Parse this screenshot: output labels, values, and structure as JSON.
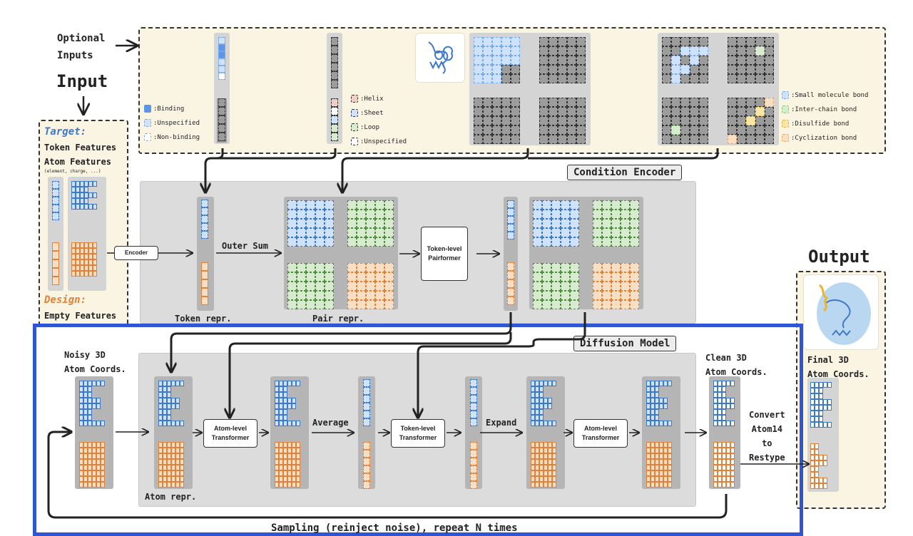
{
  "colors": {
    "blue_fill": "#cfe2fb",
    "blue_stroke": "#3e78c9",
    "orange_fill": "#f8dfc4",
    "orange_stroke": "#e2823a",
    "green_fill": "#d7ebcf",
    "green_stroke": "#4f8f3f",
    "yellow_fill": "#f8e6a6",
    "pink_fill": "#f2ccc6",
    "gray_cell": "#9c9c9c",
    "frame_blue": "#2f55d4",
    "cream": "#faf4e3"
  },
  "titles": {
    "optional_inputs": "Optional\nInputs",
    "input": "Input",
    "output": "Output"
  },
  "optional_inputs": {
    "binding_legend": [
      {
        "label": ":Binding",
        "type": "binding"
      },
      {
        "label": ":Unspecified",
        "type": "unspecified"
      },
      {
        "label": ":Non-binding",
        "type": "nonbinding"
      }
    ],
    "ss_legend": [
      {
        "label": ":Helix",
        "type": "helix"
      },
      {
        "label": ":Sheet",
        "type": "sheet"
      },
      {
        "label": ":Loop",
        "type": "loop"
      },
      {
        "label": ":Unspecified",
        "type": "unspecified"
      }
    ],
    "bond_legend": [
      {
        "label": ":Small molecule bond",
        "type": "small"
      },
      {
        "label": ":Inter-chain bond",
        "type": "inter"
      },
      {
        "label": ":Disulfide bond",
        "type": "disulfide"
      },
      {
        "label": ":Cyclization bond",
        "type": "cyclization"
      }
    ]
  },
  "input_box": {
    "target_label": "Target:",
    "token_features": "Token Features",
    "atom_features": "Atom Features",
    "atom_features_note": "(element, charge, ...)",
    "design_label": "Design:",
    "empty_features": "Empty Features"
  },
  "condition_encoder": {
    "title": "Condition Encoder",
    "encoder_label": "Encoder",
    "outer_sum_label": "Outer Sum",
    "token_repr_label": "Token repr.",
    "pair_repr_label": "Pair repr.",
    "pairformer_label": "Token-level\nPairformer"
  },
  "diffusion": {
    "title": "Diffusion Model",
    "noisy_label": "Noisy 3D\nAtom Coords.",
    "atom_repr_label": "Atom repr.",
    "atom_transformer_1": "Atom-level\nTransformer",
    "average_label": "Average",
    "token_transformer": "Token-level\nTransformer",
    "expand_label": "Expand",
    "atom_transformer_2": "Atom-level\nTransformer",
    "clean_label": "Clean 3D\nAtom Coords.",
    "convert_label": "Convert\nAtom14\nto\nRestype",
    "sampling_label": "Sampling (reinject noise), repeat N times"
  },
  "output_box": {
    "final_label": "Final 3D\nAtom Coords."
  }
}
